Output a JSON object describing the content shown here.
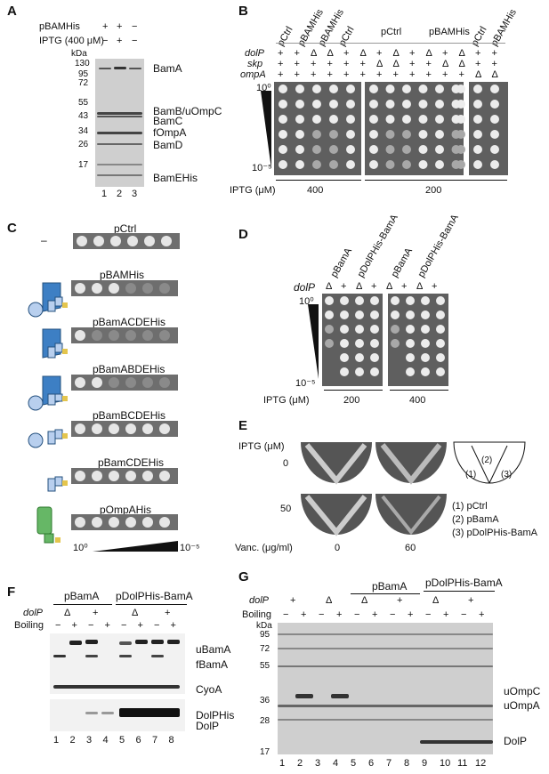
{
  "panelA": {
    "letter": "A",
    "row1_label": "pBAMHis",
    "row2_label": "IPTG (400 μM)",
    "row1_vals": [
      "+",
      "+",
      "−"
    ],
    "row2_vals": [
      "−",
      "+",
      "−"
    ],
    "kda_label": "kDa",
    "markers": [
      "130",
      "95",
      "72",
      "55",
      "43",
      "34",
      "26",
      "17"
    ],
    "bands": [
      "BamA",
      "BamB/uOmpC",
      "BamC",
      "fOmpA",
      "BamD",
      "BamEHis"
    ],
    "lanes": [
      "1",
      "2",
      "3"
    ]
  },
  "panelB": {
    "letter": "B",
    "headers": [
      "pCtrl",
      "pBAMHis",
      "pBAMHis",
      "pCtrl",
      "pCtrl",
      "pBAMHis",
      "pCtrl",
      "pBAMHis"
    ],
    "row_labels": [
      "dolP",
      "skp",
      "ompA"
    ],
    "dolP": [
      "+",
      "+",
      "Δ",
      "Δ",
      "+",
      "Δ",
      "+",
      "Δ",
      "+",
      "Δ",
      "+",
      "Δ",
      "+",
      "+"
    ],
    "skp": [
      "+",
      "+",
      "+",
      "+",
      "+",
      "+",
      "Δ",
      "Δ",
      "+",
      "+",
      "Δ",
      "Δ",
      "+",
      "+"
    ],
    "ompA": [
      "+",
      "+",
      "+",
      "+",
      "+",
      "+",
      "+",
      "+",
      "+",
      "+",
      "+",
      "+",
      "Δ",
      "Δ"
    ],
    "dil_top": "10⁰",
    "dil_bottom": "10⁻⁵",
    "iptg_label": "IPTG (μM)",
    "iptg_vals": [
      "400",
      "200"
    ]
  },
  "panelC": {
    "letter": "C",
    "rows": [
      "pCtrl",
      "pBAMHis",
      "pBamACDEHis",
      "pBamABDEHis",
      "pBamBCDEHis",
      "pBamCDEHis",
      "pOmpAHis"
    ],
    "dash": "–",
    "dil_left": "10⁰",
    "dil_right": "10⁻⁵"
  },
  "panelD": {
    "letter": "D",
    "headers": [
      "pBamA",
      "pDolPHis-BamA",
      "pBamA",
      "pDolPHis-BamA"
    ],
    "row_label": "dolP",
    "vals": [
      "Δ",
      "+",
      "Δ",
      "+",
      "Δ",
      "+",
      "Δ",
      "+"
    ],
    "dil_top": "10⁰",
    "dil_bottom": "10⁻⁵",
    "iptg_label": "IPTG (μM)",
    "iptg_vals": [
      "200",
      "400"
    ]
  },
  "panelE": {
    "letter": "E",
    "iptg_label": "IPTG (μM)",
    "iptg_vals": [
      "0",
      "50"
    ],
    "vanc_label": "Vanc. (μg/ml)",
    "vanc_vals": [
      "0",
      "60"
    ],
    "sector_labels": [
      "(1)",
      "(2)",
      "(3)"
    ],
    "legend": [
      "(1) pCtrl",
      "(2) pBamA",
      "(3) pDolPHis-BamA"
    ]
  },
  "panelF": {
    "letter": "F",
    "headers": [
      "pBamA",
      "pDolPHis-BamA"
    ],
    "dolP_label": "dolP",
    "boiling_label": "Boiling",
    "dolP_vals": [
      "Δ",
      "+",
      "Δ",
      "+"
    ],
    "boil_vals": [
      "−",
      "+",
      "−",
      "+",
      "−",
      "+",
      "−",
      "+"
    ],
    "bands": [
      "uBamA",
      "fBamA",
      "CyoA",
      "DolPHis",
      "DolP"
    ],
    "lanes": [
      "1",
      "2",
      "3",
      "4",
      "5",
      "6",
      "7",
      "8"
    ]
  },
  "panelG": {
    "letter": "G",
    "headers": [
      "pBamA",
      "pDolPHis-BamA"
    ],
    "dolP_label": "dolP",
    "boiling_label": "Boiling",
    "dolP_vals": [
      "+",
      "Δ",
      "Δ",
      "+",
      "Δ",
      "+"
    ],
    "boil_vals": [
      "−",
      "+",
      "−",
      "+",
      "−",
      "+",
      "−",
      "+",
      "−",
      "+",
      "−",
      "+"
    ],
    "kda_label": "kDa",
    "markers": [
      "95",
      "72",
      "55",
      "36",
      "28",
      "17"
    ],
    "bands": [
      "uOmpC",
      "uOmpA",
      "DolP"
    ],
    "lanes": [
      "1",
      "2",
      "3",
      "4",
      "5",
      "6",
      "7",
      "8",
      "9",
      "10",
      "11",
      "12"
    ]
  }
}
